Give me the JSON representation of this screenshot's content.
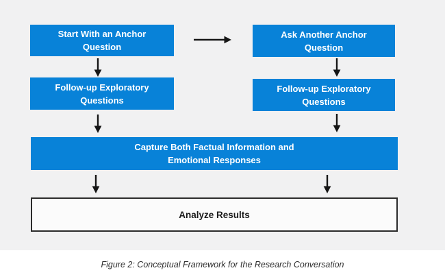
{
  "figure": {
    "caption": "Figure 2: Conceptual Framework for the Research Conversation",
    "nodes": {
      "start_anchor": "Start With an Anchor\nQuestion",
      "ask_anchor": "Ask Another Anchor\nQuestion",
      "followup_left": "Follow-up Exploratory\nQuestions",
      "followup_right": "Follow-up Exploratory\nQuestions",
      "capture": "Capture Both Factual Information and\nEmotional Responses",
      "analyze": "Analyze Results"
    },
    "colors": {
      "node_blue": "#0882d8",
      "node_text": "#ffffff",
      "panel_background": "#f1f1f2",
      "arrow_black": "#161616",
      "analyze_border": "#2b2b2b",
      "analyze_background": "#fbfbfb",
      "caption_text": "#2f2f2f"
    }
  }
}
